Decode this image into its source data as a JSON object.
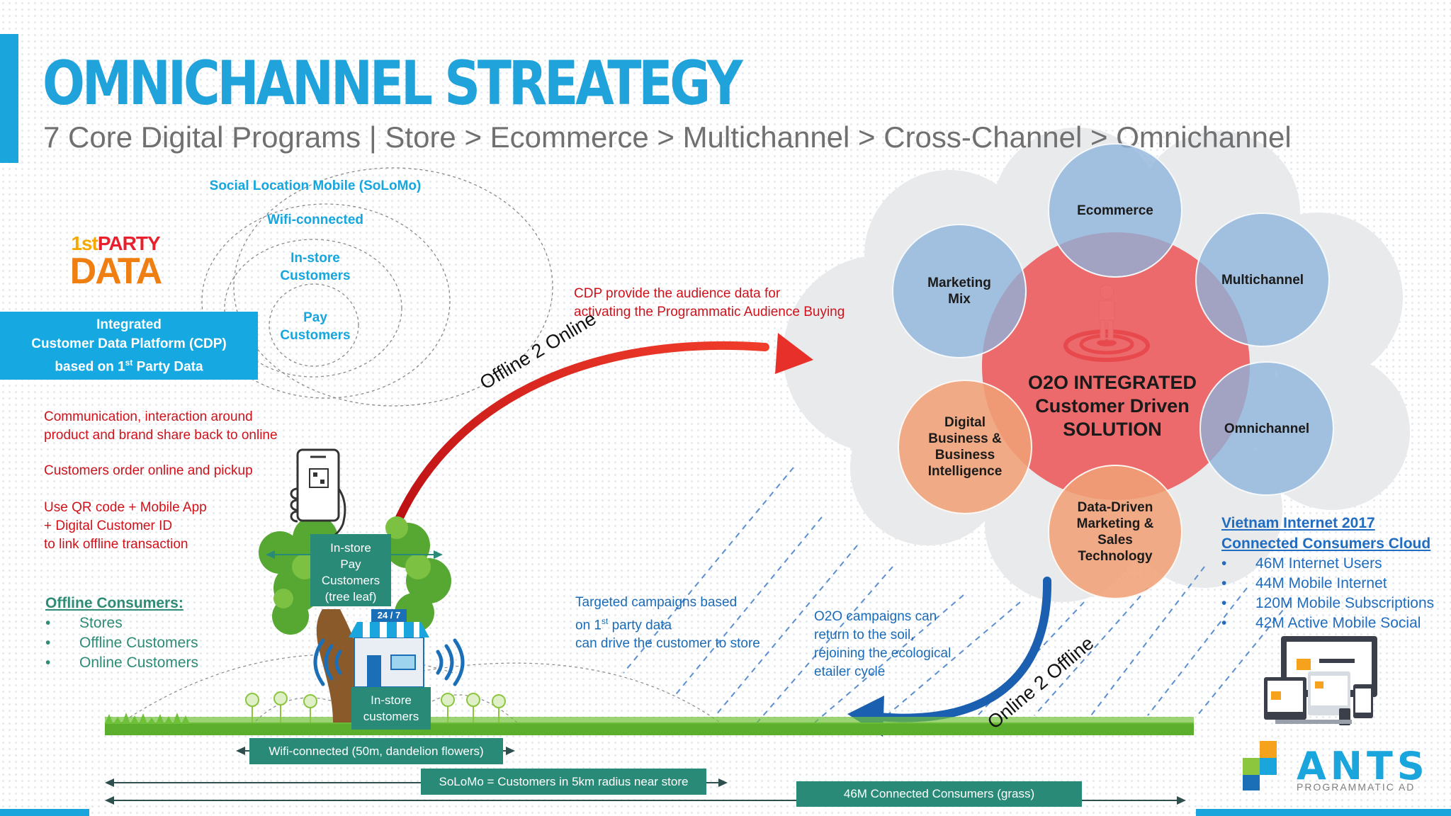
{
  "title": "OMNICHANNEL STREATEGY",
  "subtitle": "7 Core Digital Programs | Store > Ecommerce > Multichannel > Cross-Channel > Omnichannel",
  "first_party": {
    "top_1st": "1st",
    "top_party": "PARTY",
    "data": "DATA"
  },
  "rings": {
    "solomo": "Social Location Mobile (SoLoMo)",
    "wifi": "Wifi-connected",
    "instore_l1": "In-store",
    "instore_l2": "Customers",
    "pay_l1": "Pay",
    "pay_l2": "Customers"
  },
  "cdp": {
    "line1": "Integrated",
    "line2": "Customer Data Platform (CDP)",
    "line3_a": "based on 1",
    "line3_sup": "st",
    "line3_b": " Party Data"
  },
  "left_notes": {
    "n1_l1": "Communication, interaction around",
    "n1_l2": "product and brand share back to online",
    "n2": "Customers order online and pickup",
    "n3_l1": "Use QR code + Mobile App",
    "n3_l2": "+ Digital Customer ID",
    "n3_l3": "to link offline transaction"
  },
  "offline_consumers": {
    "title": "Offline Consumers:",
    "items": [
      "Stores",
      "Offline Customers",
      "Online Customers"
    ]
  },
  "cdp_note": {
    "l1": "CDP provide the audience data for",
    "l2": "activating the Programmatic Audience Buying"
  },
  "arrows": {
    "offline2online": "Offline 2 Online",
    "online2offline": "Online 2 Offline"
  },
  "targeted": {
    "l1": "Targeted campaigns based",
    "l2_a": "on 1",
    "l2_sup": "st",
    "l2_b": " party data",
    "l3": "can drive the customer to store"
  },
  "o2o_note": {
    "l1": "O2O campaigns can",
    "l2": "return to the soil,",
    "l3": "rejoining the ecological",
    "l4": "etailer cycle"
  },
  "tree_label": {
    "l1": "In-store",
    "l2": "Pay",
    "l3": "Customers",
    "l4": "(tree leaf)"
  },
  "store_sign": "24 / 7",
  "store_label": {
    "l1": "In-store",
    "l2": "customers"
  },
  "ground_labels": {
    "wifi": "Wifi-connected (50m, dandelion flowers)",
    "solomo": "SoLoMo = Customers in 5km radius near store",
    "grass": "46M Connected Consumers (grass)"
  },
  "cloud": {
    "center_l1": "O2O INTEGRATED",
    "center_l2": "Customer Driven",
    "center_l3": "SOLUTION",
    "ecommerce": "Ecommerce",
    "marketing_l1": "Marketing",
    "marketing_l2": "Mix",
    "multichannel": "Multichannel",
    "omnichannel": "Omnichannel",
    "digital_l1": "Digital",
    "digital_l2": "Business &",
    "digital_l3": "Business",
    "digital_l4": "Intelligence",
    "data_l1": "Data-Driven",
    "data_l2": "Marketing &",
    "data_l3": "Sales",
    "data_l4": "Technology"
  },
  "stats": {
    "title_l1": "Vietnam Internet 2017",
    "title_l2": "Connected Consumers Cloud",
    "items": [
      "46M Internet Users",
      "44M Mobile Internet",
      "120M Mobile Subscriptions",
      "42M Active Mobile Social"
    ]
  },
  "logo": {
    "word": "ANTS",
    "sub": "PROGRAMMATIC AD"
  },
  "colors": {
    "accent": "#1aa5dc",
    "red": "#d0121b",
    "navy": "#1a6bb8",
    "teal": "#2a8a78",
    "core": "#ec5256"
  }
}
